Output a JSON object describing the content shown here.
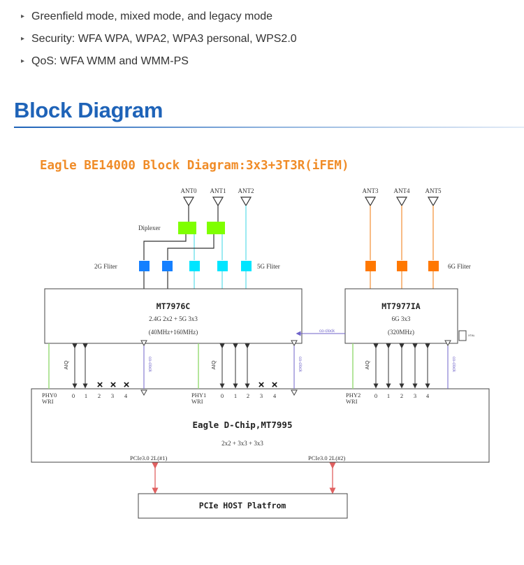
{
  "bullets": [
    "Greenfield mode, mixed mode, and legacy mode",
    "Security: WFA WPA, WPA2, WPA3 personal, WPS2.0",
    "QoS: WFA WMM and WMM-PS"
  ],
  "bullet_marker": "▸",
  "section_title": "Block Diagram",
  "diagram": {
    "title": "Eagle BE14000 Block Diagram:3x3+3T3R(iFEM)",
    "antennas": [
      "ANT0",
      "ANT1",
      "ANT2",
      "ANT3",
      "ANT4",
      "ANT5"
    ],
    "diplexer_label": "Diplexer",
    "filter_2g_label": "2G Fliter",
    "filter_5g_label": "5G Fliter",
    "filter_6g_label": "6G Fliter",
    "chip_a": {
      "name": "MT7976C",
      "line1": "2.4G 2x2 + 5G 3x3",
      "line2": "(40MHz+160MHz)"
    },
    "chip_b": {
      "name": "MT7977IA",
      "line1": "6G 3x3",
      "line2": "(320MHz)"
    },
    "xtal_label": "XTAL",
    "co_clock_label": "co-clock",
    "aiq_label": "AIQ",
    "dchip": {
      "name": "Eagle D-Chip,MT7995",
      "config": "2x2 + 3x3 + 3x3"
    },
    "phys": [
      {
        "line1": "PHY0",
        "line2": "WRI"
      },
      {
        "line1": "PHY1",
        "line2": "WRI"
      },
      {
        "line1": "PHY2",
        "line2": "WRI"
      }
    ],
    "port_numbers": [
      "0",
      "1",
      "2",
      "3",
      "4"
    ],
    "unused_mark": "×",
    "pcie_links": [
      "PCIe3.0 2L(#1)",
      "PCIe3.0 2L(#2)"
    ],
    "host": "PCIe HOST Platfrom",
    "colors": {
      "title": "#f08c28",
      "diplexer": "#7fff00",
      "filter_2g": "#1580ff",
      "filter_5g": "#00e5ff",
      "filter_6g": "#ff7800",
      "line_5g": "#7ae3ee",
      "line_6g": "#f5a45a",
      "wri": "#9bdc7a",
      "co_clock": "#6f63c9",
      "pcie_arrow": "#e06060"
    }
  }
}
